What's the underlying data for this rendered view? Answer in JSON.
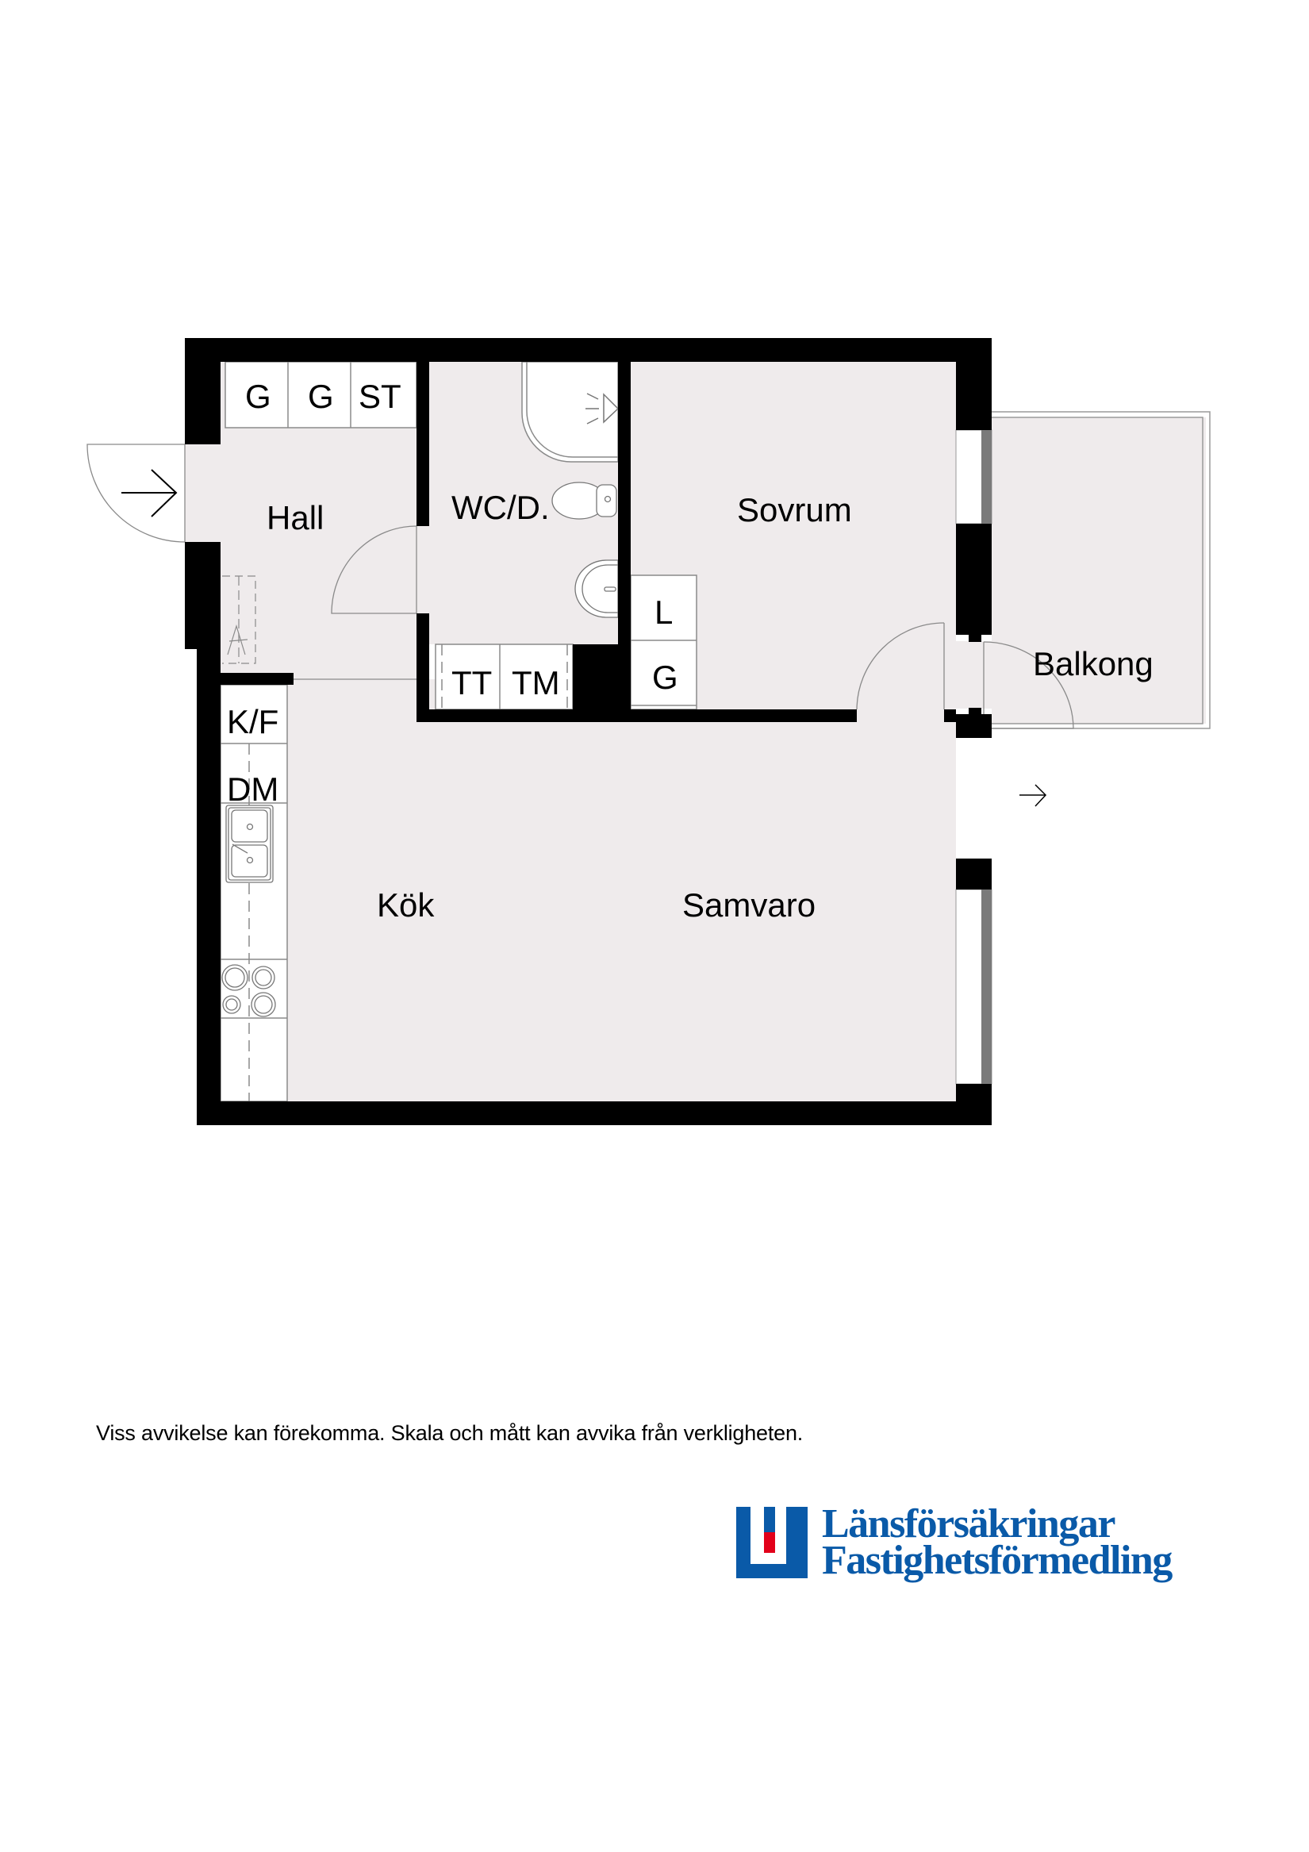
{
  "plan": {
    "rooms": {
      "hall": "Hall",
      "wc": "WC/D.",
      "sovrum": "Sovrum",
      "balkong": "Balkong",
      "kok": "Kök",
      "samvaro": "Samvaro"
    },
    "fixtures": {
      "hall_g1": "G",
      "hall_g2": "G",
      "hall_st": "ST",
      "tt": "TT",
      "tm": "TM",
      "sovrum_l": "L",
      "sovrum_g": "G",
      "kf": "K/F",
      "dm": "DM"
    },
    "icons": [
      "entry-arrow-icon",
      "balcony-door-arrow-icon",
      "shower-icon",
      "toilet-icon",
      "washbasin-icon",
      "sink-icon",
      "stove-icon",
      "radiator-icon"
    ],
    "colors": {
      "wall": "#000000",
      "floor": "#efebec",
      "cabinet": "#ffffff",
      "line": "#8a8a8a",
      "window_glass": "#7a7a7a"
    }
  },
  "footer": {
    "disclaimer": "Viss avvikelse kan förekomma. Skala och mått kan avvika från verkligheten."
  },
  "logo": {
    "line1": "Länsförsäkringar",
    "line2": "Fastighetsförmedling",
    "brand_blue": "#0a5aa8",
    "brand_red": "#e2001a"
  }
}
